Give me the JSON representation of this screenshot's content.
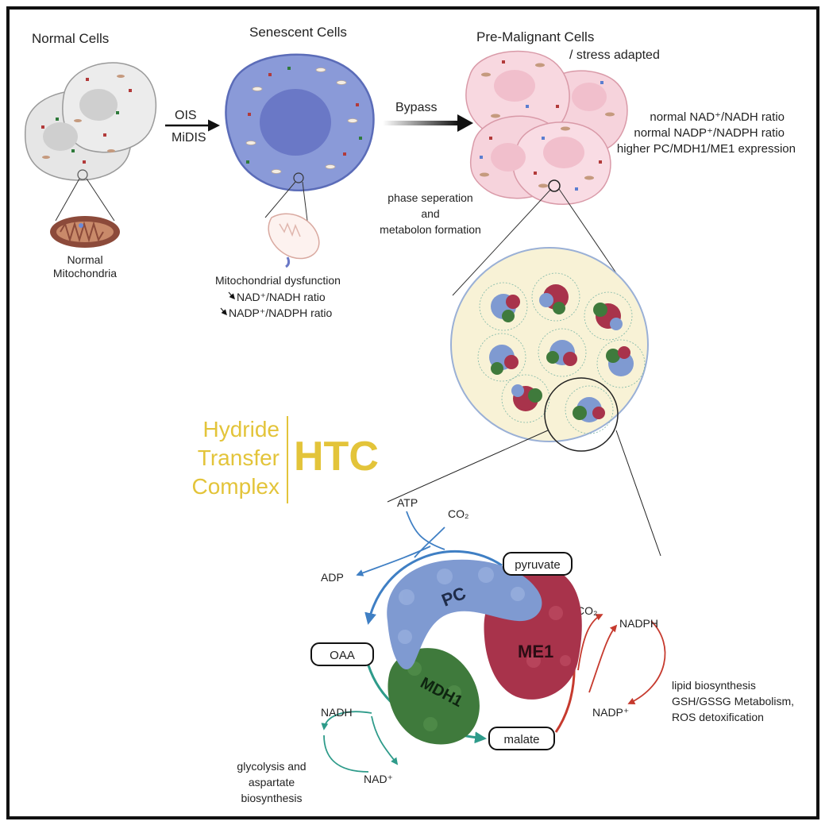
{
  "stages": {
    "normal": "Normal Cells",
    "senescent": "Senescent Cells",
    "premalignant": "Pre-Malignant Cells",
    "premalignant_sub": "/ stress adapted"
  },
  "arrows": {
    "ois": "OIS",
    "midis": "MiDIS",
    "bypass": "Bypass"
  },
  "normal_mito": [
    "Normal",
    "Mitochondria"
  ],
  "mito_dysfunction": {
    "title": "Mitochondrial dysfunction",
    "nad_ratio": "NAD⁺/NADH ratio",
    "nadp_ratio": "NADP⁺/NADPH ratio"
  },
  "premalignant_notes": [
    "normal NAD⁺/NADH ratio",
    "normal NADP⁺/NADPH ratio",
    "higher PC/MDH1/ME1 expression"
  ],
  "phase_separation": [
    "phase seperation",
    "and",
    "metabolon formation"
  ],
  "htc": {
    "line1": "Hydride",
    "line2": "Transfer",
    "line3": "Complex",
    "abbr": "HTC",
    "color": "#e3c43a"
  },
  "enzymes": {
    "pc": "PC",
    "mdh1": "MDH1",
    "me1": "ME1",
    "pc_color": "#7f9ad1",
    "mdh1_color": "#3f7a3c",
    "me1_color": "#a8334b"
  },
  "metabolites": {
    "oaa": "OAA",
    "pyruvate": "pyruvate",
    "malate": "malate"
  },
  "cofactors": {
    "atp": "ATP",
    "co2": "CO₂",
    "adp": "ADP",
    "nadph": "NADPH",
    "nadp": "NADP⁺",
    "nadh": "NADH",
    "nad": "NAD⁺"
  },
  "pathways": {
    "nadph_uses": [
      "lipid biosynthesis",
      "GSH/GSSG Metabolism,",
      "ROS detoxification"
    ],
    "nadh_uses": [
      "glycolysis and",
      "aspartate",
      "biosynthesis"
    ]
  },
  "colors": {
    "blue_arrow": "#3f7fc4",
    "red_arrow": "#c63a2e",
    "teal_arrow": "#2e9b8a"
  }
}
